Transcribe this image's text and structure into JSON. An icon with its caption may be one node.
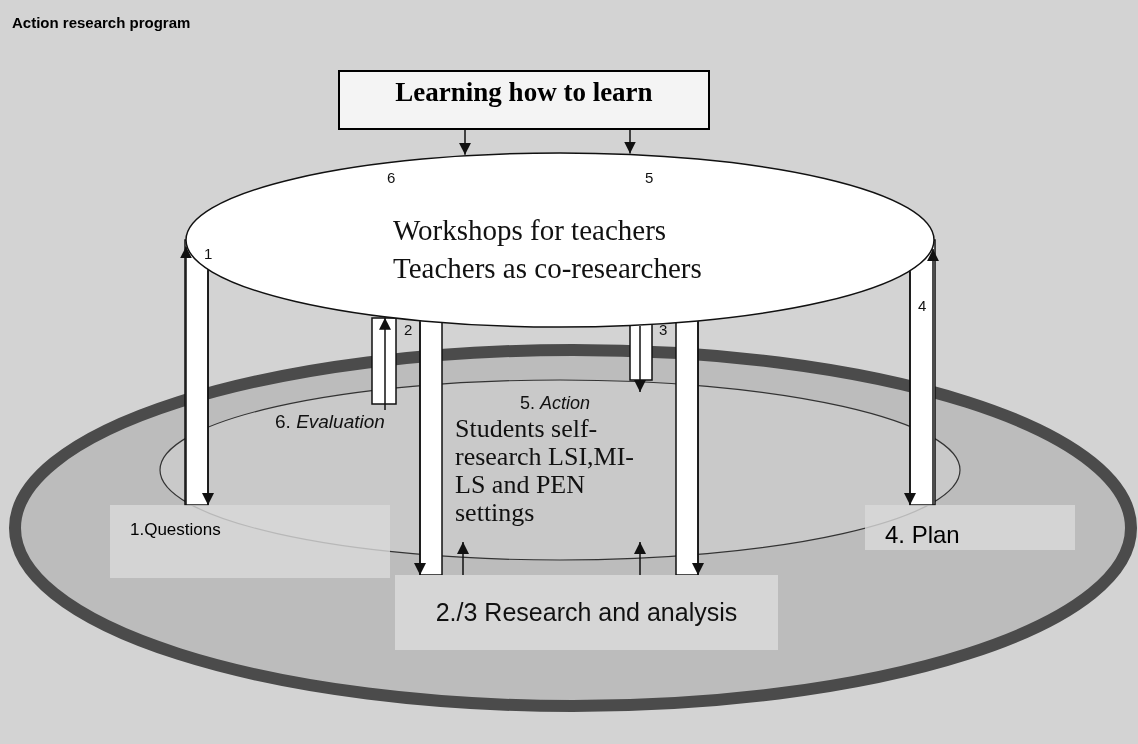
{
  "diagram": {
    "title": "Action research program",
    "nodes": [
      {
        "text": [
          "Learning how to learn"
        ]
      },
      {
        "text": [
          "Workshops for teachers",
          "Teachers as co-researchers"
        ]
      },
      {
        "text": [
          "1.Questions"
        ]
      },
      {
        "text": [
          "6. *Evaluation*"
        ]
      },
      {
        "text": [
          "5. *Action*",
          "Students self-research LSI,MI-LS and PEN settings"
        ]
      },
      {
        "text": [
          "4. Plan"
        ]
      },
      {
        "text": [
          "2./3 Research and analysis"
        ]
      }
    ],
    "edges": [
      {
        "from": 0,
        "to": 1,
        "arrow": "to"
      },
      {
        "from": 0,
        "to": 1,
        "arrow": "to"
      },
      {
        "from": 1,
        "to": 2,
        "arrow": "to"
      },
      {
        "from": 2,
        "to": 1,
        "arrow": "to"
      },
      {
        "from": 3,
        "to": 1,
        "arrow": "to"
      },
      {
        "from": 1,
        "to": 6,
        "arrow": "to"
      },
      {
        "from": 1,
        "to": 4,
        "arrow": "to"
      },
      {
        "from": 1,
        "to": 6,
        "arrow": "to"
      },
      {
        "from": 1,
        "to": 5,
        "arrow": "to"
      },
      {
        "from": 5,
        "to": 1,
        "arrow": "to"
      },
      {
        "from": 6,
        "to": 4,
        "arrow": "to"
      },
      {
        "from": 6,
        "to": 4,
        "arrow": "to"
      }
    ],
    "labels": [
      "6",
      "5",
      "1",
      "4",
      "2",
      "3"
    ]
  }
}
